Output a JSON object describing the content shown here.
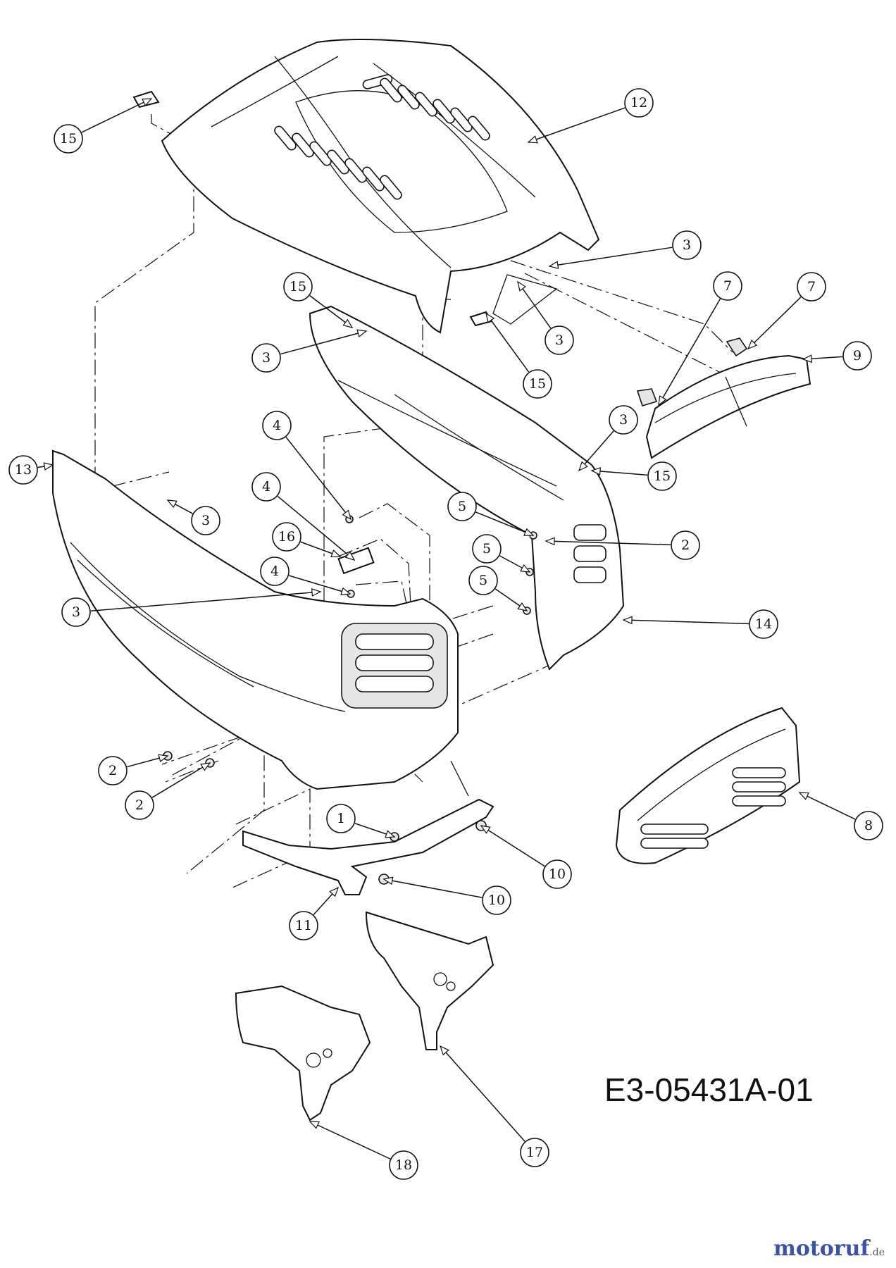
{
  "drawing_code": "E3-05431A-01",
  "watermark": {
    "brand": "motoruf",
    "suffix": ".de"
  },
  "callouts": [
    {
      "label": "15"
    },
    {
      "label": "12"
    },
    {
      "label": "3"
    },
    {
      "label": "15"
    },
    {
      "label": "3"
    },
    {
      "label": "3"
    },
    {
      "label": "15"
    },
    {
      "label": "7"
    },
    {
      "label": "7"
    },
    {
      "label": "9"
    },
    {
      "label": "3"
    },
    {
      "label": "15"
    },
    {
      "label": "13"
    },
    {
      "label": "3"
    },
    {
      "label": "4"
    },
    {
      "label": "4"
    },
    {
      "label": "16"
    },
    {
      "label": "4"
    },
    {
      "label": "5"
    },
    {
      "label": "5"
    },
    {
      "label": "5"
    },
    {
      "label": "2"
    },
    {
      "label": "14"
    },
    {
      "label": "3"
    },
    {
      "label": "2"
    },
    {
      "label": "2"
    },
    {
      "label": "1"
    },
    {
      "label": "10"
    },
    {
      "label": "10"
    },
    {
      "label": "11"
    },
    {
      "label": "8"
    },
    {
      "label": "17"
    },
    {
      "label": "18"
    }
  ]
}
